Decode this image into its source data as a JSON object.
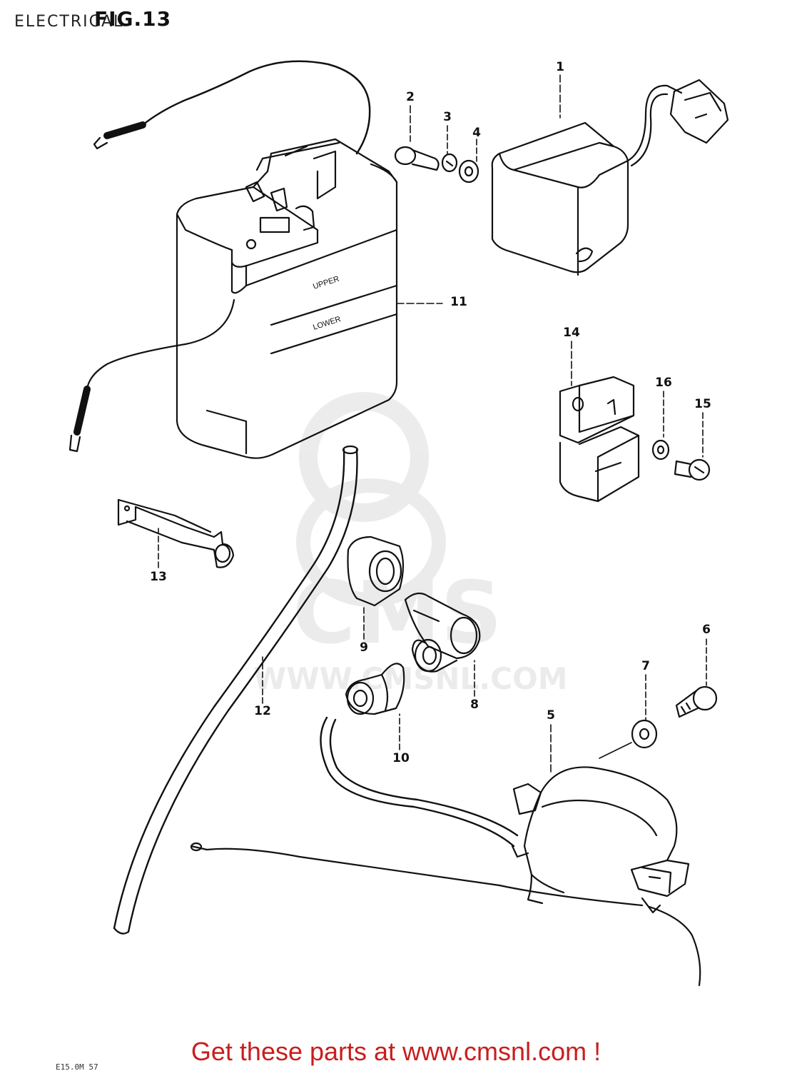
{
  "header": {
    "section_title": "ELECTRICAL",
    "figure_label": "FIG.13"
  },
  "callouts": {
    "p1": "1",
    "p2": "2",
    "p3": "3",
    "p4": "4",
    "p5": "5",
    "p6": "6",
    "p7": "7",
    "p8": "8",
    "p9": "9",
    "p10": "10",
    "p11": "11",
    "p12": "12",
    "p13": "13",
    "p14": "14",
    "p15": "15",
    "p16": "16"
  },
  "battery_markings": {
    "upper": "UPPER",
    "lower": "LOWER"
  },
  "watermark": {
    "brand": "CMS",
    "url": "WWW.CMSNL.COM"
  },
  "footer": {
    "link_text": "Get these parts at www.cmsnl.com !",
    "link_color": "#c81e1e",
    "code_stamp": "E15.0M 57"
  }
}
